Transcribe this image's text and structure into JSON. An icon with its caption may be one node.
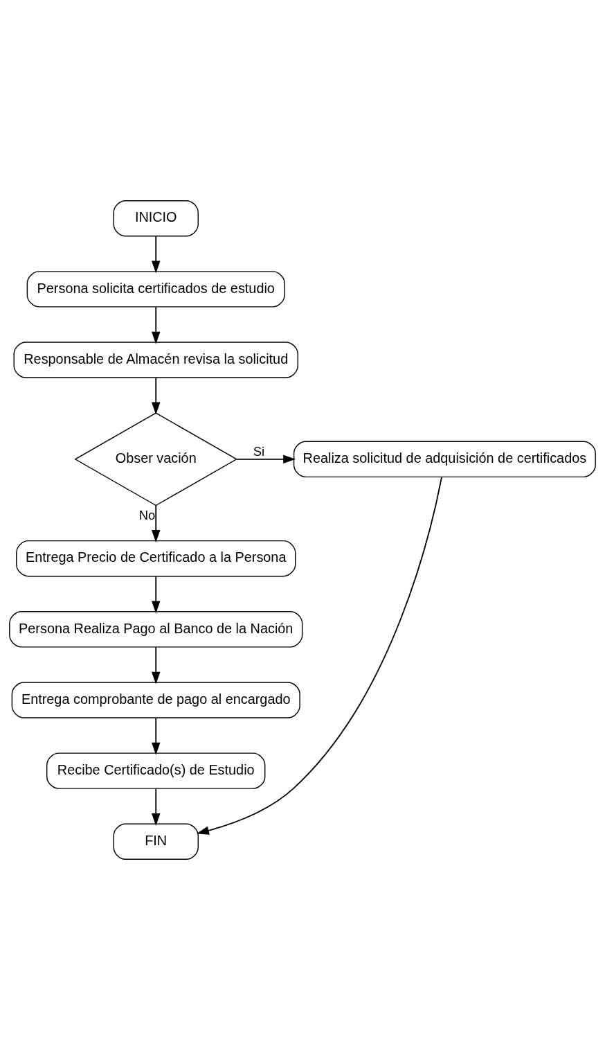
{
  "diagram": {
    "nodes": [
      {
        "text": [
          "INICIO"
        ]
      },
      {
        "text": [
          "Persona solicita certificados de estudio"
        ]
      },
      {
        "text": [
          "Responsable de Almacén revisa la solicitud"
        ]
      },
      {
        "text": [
          "Obser vación"
        ]
      },
      {
        "text": [
          "Realiza solicitud de adquisición de certificados"
        ]
      },
      {
        "text": [
          "Entrega Precio de Certificado a la Persona"
        ]
      },
      {
        "text": [
          "Persona Realiza Pago al Banco de la Nación"
        ]
      },
      {
        "text": [
          "Entrega comprobante de pago al encargado"
        ]
      },
      {
        "text": [
          "Recibe Certificado(s) de Estudio"
        ]
      },
      {
        "text": [
          "FIN"
        ]
      }
    ],
    "edges": [
      {
        "from": 0,
        "to": 1,
        "arrow": "to"
      },
      {
        "from": 1,
        "to": 2,
        "arrow": "to"
      },
      {
        "from": 2,
        "to": 3,
        "arrow": "to"
      },
      {
        "from": 3,
        "to": 4,
        "arrow": "to",
        "label": "Si"
      },
      {
        "from": 3,
        "to": 5,
        "arrow": "to",
        "label": "No"
      },
      {
        "from": 5,
        "to": 6,
        "arrow": "to"
      },
      {
        "from": 6,
        "to": 7,
        "arrow": "to"
      },
      {
        "from": 7,
        "to": 8,
        "arrow": "to"
      },
      {
        "from": 8,
        "to": 9,
        "arrow": "to"
      },
      {
        "from": 4,
        "to": 9,
        "arrow": "to"
      }
    ]
  }
}
